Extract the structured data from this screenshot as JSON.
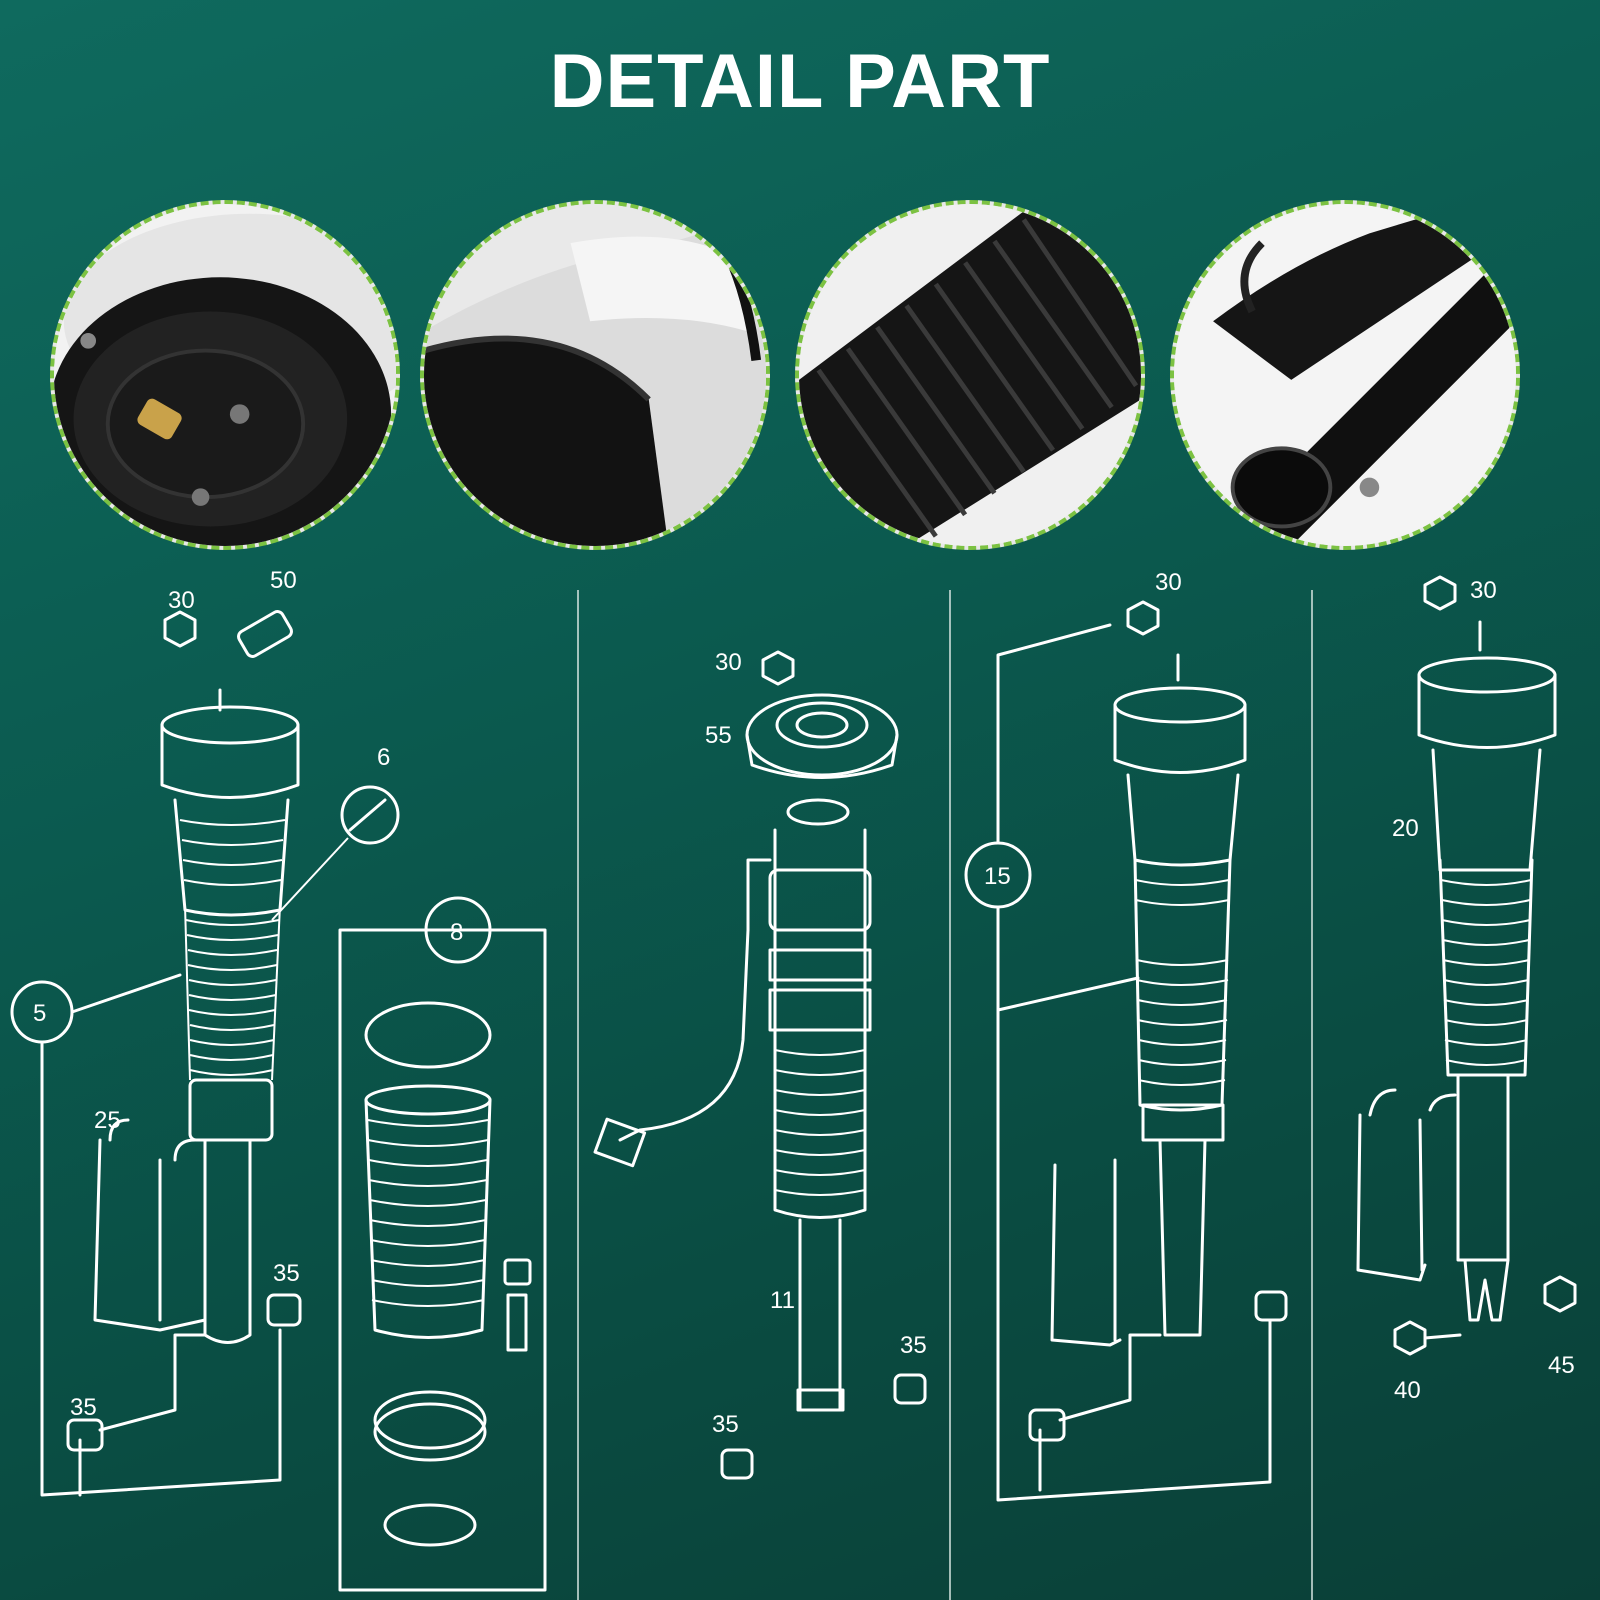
{
  "title": "DETAIL PART",
  "colors": {
    "background": "#0b5a4f",
    "accent_dash": "#7cc242",
    "line": "#ffffff"
  },
  "photos": [
    {
      "name": "air-spring-top-mount"
    },
    {
      "name": "air-bag-sleeve"
    },
    {
      "name": "rubber-bellows"
    },
    {
      "name": "shock-absorber-body"
    }
  ],
  "callouts": {
    "c30a": "30",
    "c50": "50",
    "c6": "6",
    "c5": "5",
    "c8": "8",
    "c25": "25",
    "c35a": "35",
    "c35b": "35",
    "c30b": "30",
    "c55": "55",
    "c11": "11",
    "c35c": "35",
    "c35d": "35",
    "c30c": "30",
    "c15": "15",
    "c30d": "30",
    "c20": "20",
    "c40": "40",
    "c45": "45"
  }
}
